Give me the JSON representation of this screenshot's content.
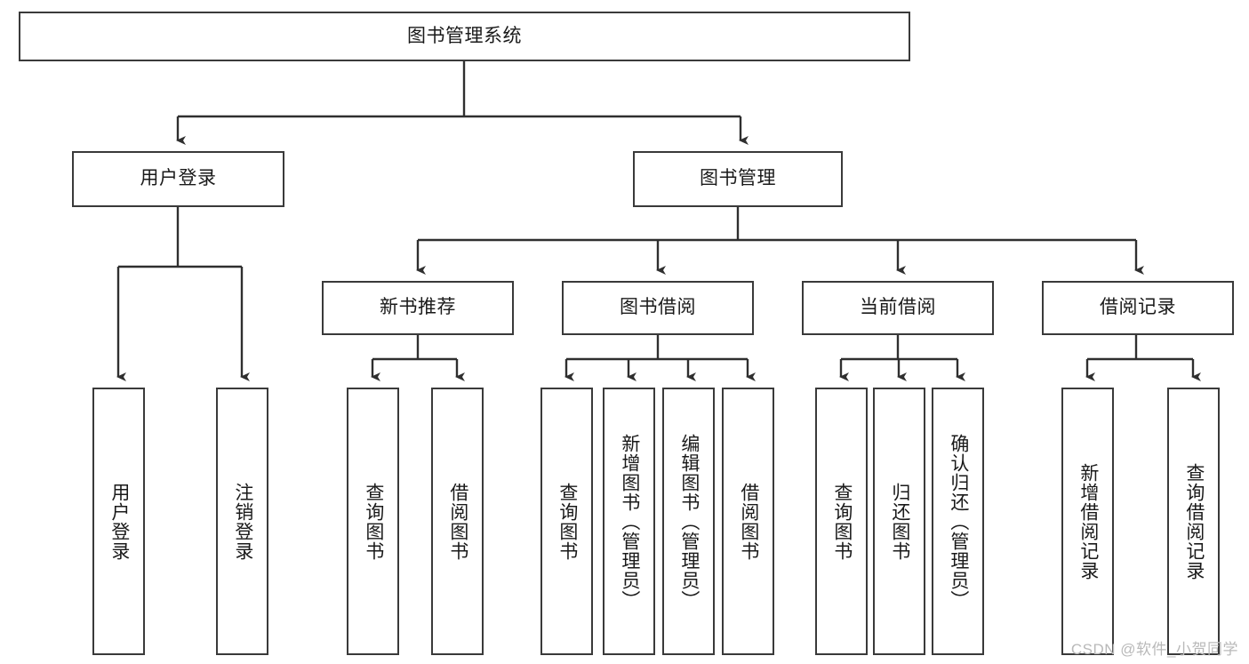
{
  "diagram": {
    "title": "图书管理系统",
    "type": "tree",
    "colors": {
      "border": "#3a3a3a",
      "background": "#ffffff",
      "text": "#1a1a1a",
      "watermark": "#b9b9b9"
    },
    "root": {
      "label": "图书管理系统"
    },
    "level2": [
      {
        "label": "用户登录"
      },
      {
        "label": "图书管理"
      }
    ],
    "level3": [
      {
        "label": "新书推荐"
      },
      {
        "label": "图书借阅"
      },
      {
        "label": "当前借阅"
      },
      {
        "label": "借阅记录"
      }
    ],
    "leaves": {
      "user_login": [
        {
          "label": "用户登录"
        },
        {
          "label": "注销登录"
        }
      ],
      "new_book_recommend": [
        {
          "label": "查询图书"
        },
        {
          "label": "借阅图书"
        }
      ],
      "book_borrow": [
        {
          "label": "查询图书"
        },
        {
          "label": "新增图书（管理员）"
        },
        {
          "label": "编辑图书（管理员）"
        },
        {
          "label": "借阅图书"
        }
      ],
      "current_borrow": [
        {
          "label": "查询图书"
        },
        {
          "label": "归还图书"
        },
        {
          "label": "确认归还（管理员）"
        }
      ],
      "borrow_record": [
        {
          "label": "新增借阅记录"
        },
        {
          "label": "查询借阅记录"
        }
      ]
    },
    "watermark": "CSDN @软件_小贺同学"
  }
}
